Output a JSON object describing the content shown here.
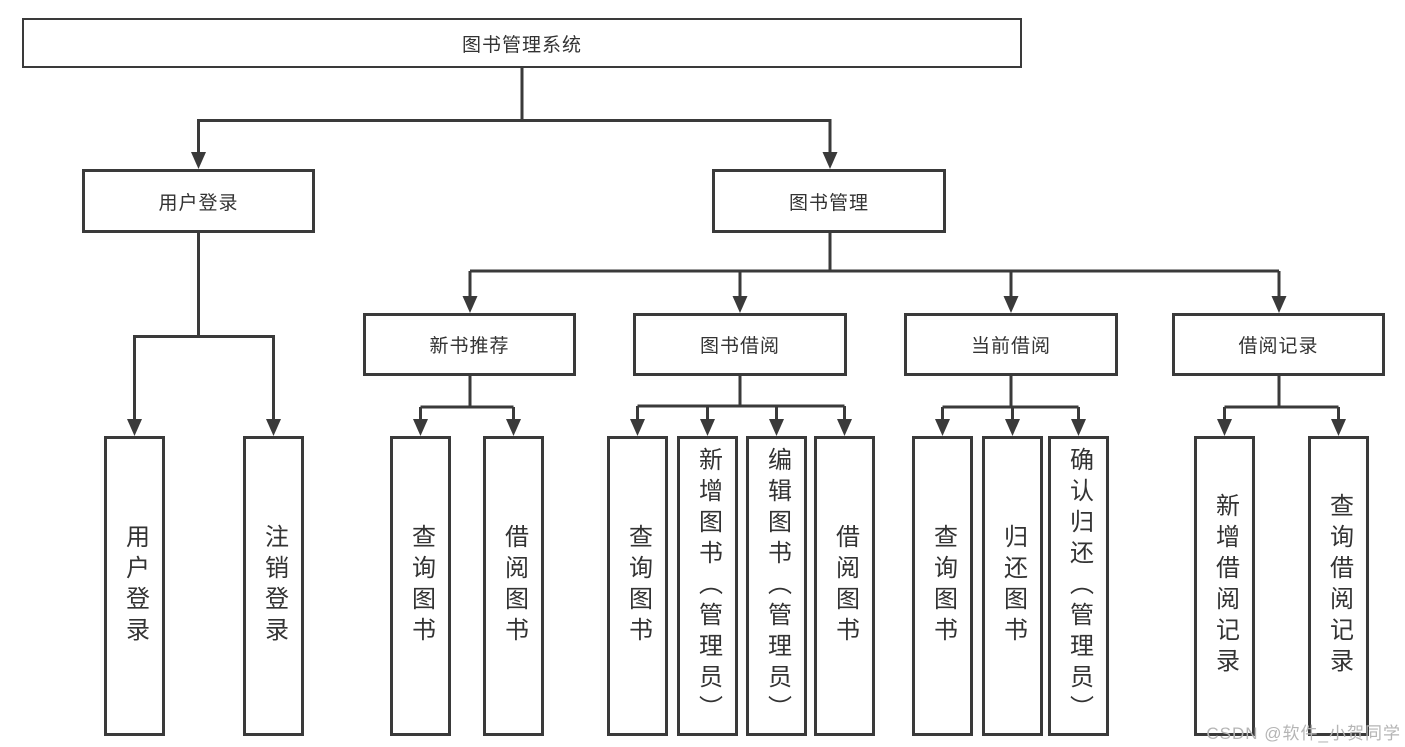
{
  "diagram": {
    "title": "图书管理系统",
    "level2": [
      {
        "id": "user-login",
        "label": "用户登录"
      },
      {
        "id": "book-management",
        "label": "图书管理"
      }
    ],
    "level3": [
      {
        "id": "new-book-recommend",
        "label": "新书推荐"
      },
      {
        "id": "book-borrow",
        "label": "图书借阅"
      },
      {
        "id": "current-borrow",
        "label": "当前借阅"
      },
      {
        "id": "borrow-records",
        "label": "借阅记录"
      }
    ],
    "leaves": {
      "user_login": [
        {
          "label": "用户登录"
        },
        {
          "label": "注销登录"
        }
      ],
      "new_book_recommend": [
        {
          "label": "查询图书"
        },
        {
          "label": "借阅图书"
        }
      ],
      "book_borrow": [
        {
          "label": "查询图书"
        },
        {
          "label": "新增图书（管理员）"
        },
        {
          "label": "编辑图书（管理员）"
        },
        {
          "label": "借阅图书"
        }
      ],
      "current_borrow": [
        {
          "label": "查询图书"
        },
        {
          "label": "归还图书"
        },
        {
          "label": "确认归还（管理员）"
        }
      ],
      "borrow_records": [
        {
          "label": "新增借阅记录"
        },
        {
          "label": "查询借阅记录"
        }
      ]
    }
  },
  "watermark": "CSDN @软件_小贺同学",
  "colors": {
    "line": "#3a3a3a",
    "text": "#333333",
    "watermark": "#b5b5b5",
    "background": "#ffffff"
  }
}
